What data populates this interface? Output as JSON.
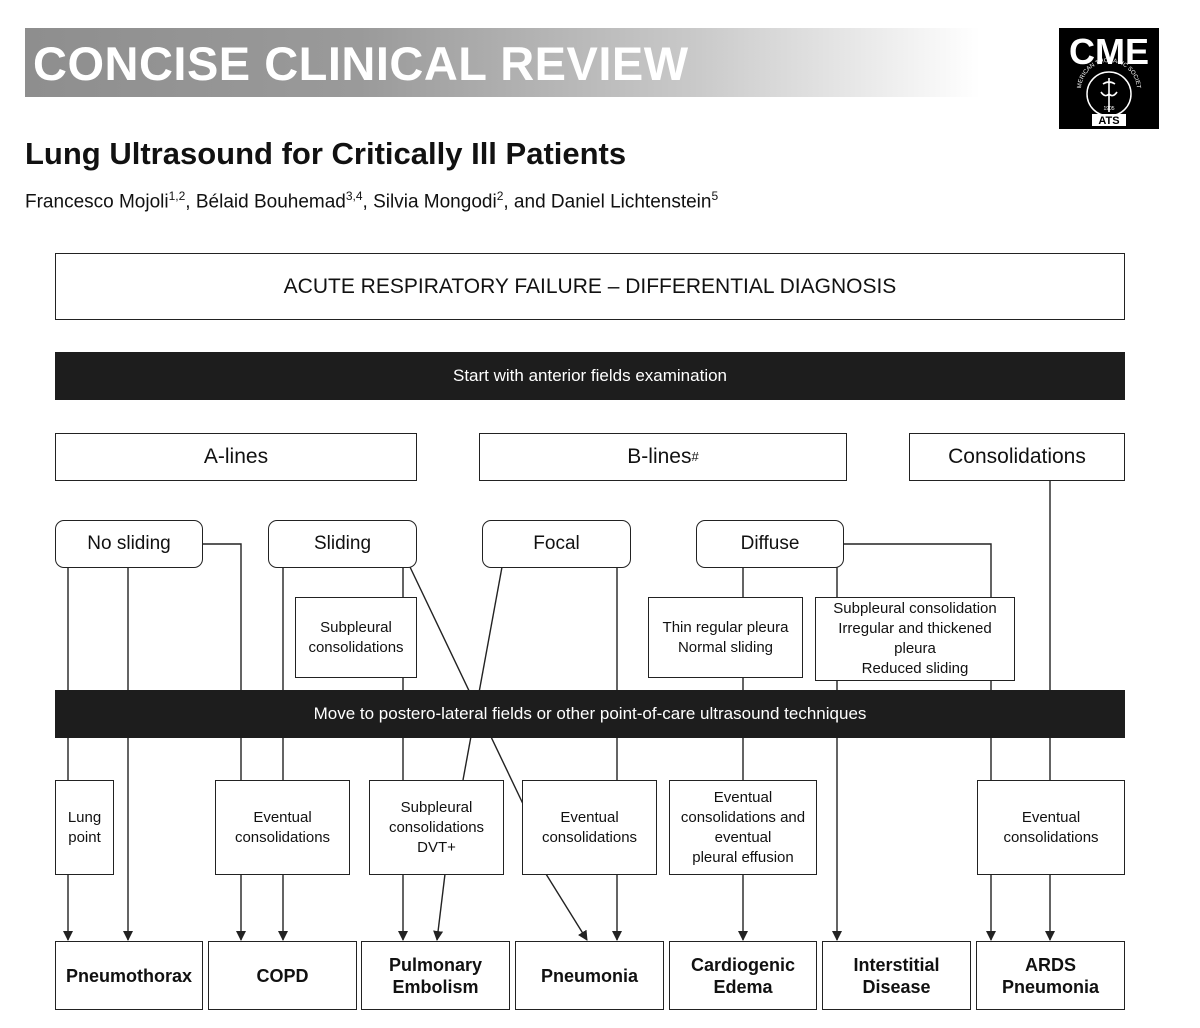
{
  "header": {
    "banner": "CONCISE CLINICAL REVIEW",
    "logo": {
      "main": "CME",
      "ring": "AMERICAN THORACIC SOCIETY",
      "year": "1905",
      "bottom": "ATS"
    },
    "title": "Lung Ultrasound for Critically Ill Patients",
    "authors": [
      {
        "name": "Francesco Mojoli",
        "sup": "1,2",
        "sep": ", "
      },
      {
        "name": "Bélaid Bouhemad",
        "sup": "3,4",
        "sep": ", "
      },
      {
        "name": "Silvia Mongodi",
        "sup": "2",
        "sep": ", and "
      },
      {
        "name": "Daniel Lichtenstein",
        "sup": "5",
        "sep": ""
      }
    ]
  },
  "flowchart": {
    "title": "ACUTE RESPIRATORY FAILURE – DIFFERENTIAL DIAGNOSIS",
    "bar1": "Start with anterior fields examination",
    "bar2": "Move to postero-lateral fields or other point-of-care ultrasound techniques",
    "patterns": {
      "a_lines": "A-lines",
      "b_lines": "B-lines",
      "b_lines_sup": "#",
      "consolidations": "Consolidations"
    },
    "findings": {
      "no_sliding": "No sliding",
      "sliding": "Sliding",
      "focal": "Focal",
      "diffuse": "Diffuse"
    },
    "sub": {
      "subpleural": "Subpleural\nconsolidations",
      "thin_pleura": "Thin regular pleura\nNormal sliding",
      "irregular": "Subpleural consolidation\nIrregular and thickened\npleura\nReduced sliding"
    },
    "further": {
      "lung_point": "Lung\npoint",
      "copd_cons": "Eventual\nconsolidations",
      "pe_cons": "Subpleural\nconsolidations\nDVT+",
      "pneu_cons": "Eventual\nconsolidations",
      "edema_cons": "Eventual\nconsolidations and\neventual\npleural effusion",
      "ards_cons": "Eventual\nconsolidations"
    },
    "outcomes": {
      "pneumothorax": "Pneumothorax",
      "copd": "COPD",
      "pe": "Pulmonary\nEmbolism",
      "pneumonia": "Pneumonia",
      "edema": "Cardiogenic\nEdema",
      "interstitial": "Interstitial\nDisease",
      "ards": "ARDS\nPneumonia"
    }
  }
}
